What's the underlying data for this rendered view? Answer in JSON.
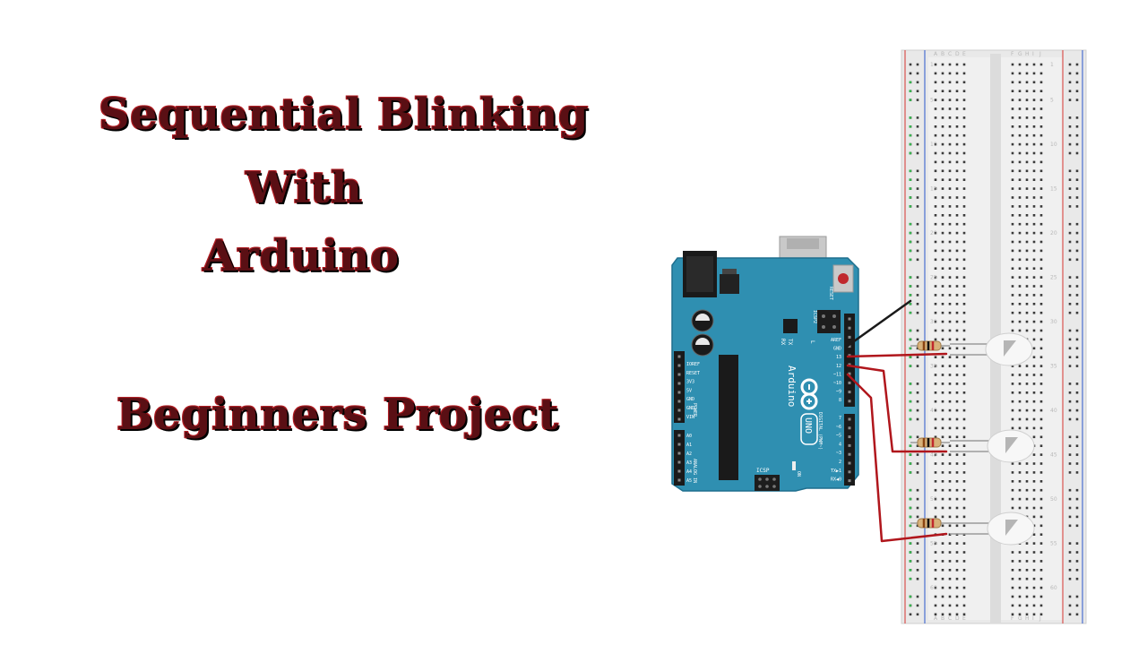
{
  "title": {
    "line1": "Sequential Blinking",
    "line2": "With",
    "line3": "Arduino",
    "line4": "Beginners Project"
  },
  "board": {
    "name": "Arduino",
    "model": "UNO",
    "reset_label": "RESET",
    "icsp_label": "ICSP",
    "icsp2_label": "ICSP2",
    "on_label": "ON",
    "tx_label": "TX",
    "rx_label": "RX",
    "l_label": "L",
    "power_label": "POWER",
    "analog_label": "ANALOG IN",
    "digital_label": "DIGITAL (PWM~)",
    "power_pins": [
      "IOREF",
      "RESET",
      "3V3",
      "5V",
      "GND",
      "GND",
      "VIN"
    ],
    "analog_pins": [
      "A0",
      "A1",
      "A2",
      "A3",
      "A4",
      "A5"
    ],
    "digital_pins_top": [
      "AREF",
      "GND",
      "13",
      "12",
      "~11",
      "~10",
      "~9",
      "8"
    ],
    "digital_pins_bottom": [
      "7",
      "~6",
      "~5",
      "4",
      "~3",
      "2",
      "TX▶1",
      "RX◀0"
    ]
  },
  "breadboard": {
    "column_letters_left": [
      "A",
      "B",
      "C",
      "D",
      "E"
    ],
    "column_letters_right": [
      "F",
      "G",
      "H",
      "I",
      "J"
    ],
    "row_numbers": [
      "1",
      "5",
      "10",
      "15",
      "20",
      "25",
      "30",
      "35",
      "40",
      "45",
      "50",
      "55",
      "60"
    ]
  },
  "colors": {
    "title_text": "#5a0f14",
    "board": "#2f8fb1",
    "wire_red": "#b0161c",
    "wire_black": "#1a1a1a",
    "rail_red": "#d9534f",
    "rail_blue": "#4a6fd0"
  }
}
